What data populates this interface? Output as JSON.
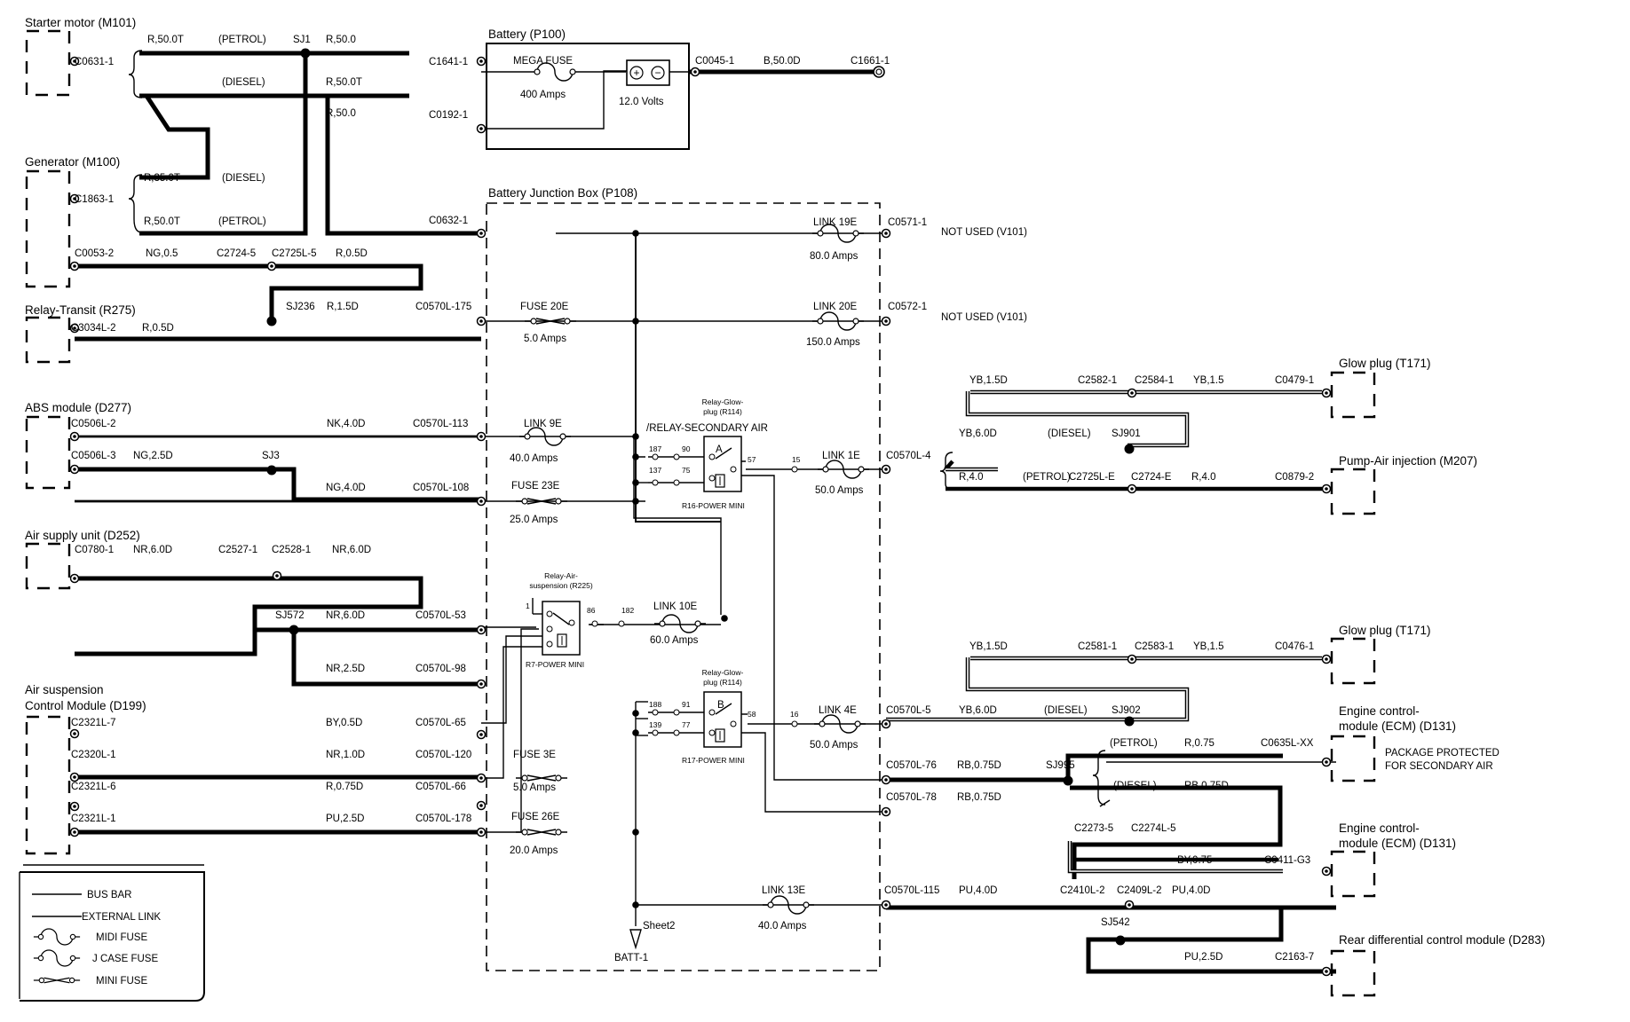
{
  "components": {
    "starter_motor": "Starter motor (M101)",
    "generator": "Generator (M100)",
    "relay_transit": "Relay-Transit (R275)",
    "abs_module": "ABS module (D277)",
    "air_supply_unit": "Air supply unit (D252)",
    "air_suspension_1": "Air suspension",
    "air_suspension_2": "Control Module (D199)",
    "battery": "Battery (P100)",
    "bjb": "Battery Junction Box (P108)",
    "glow_plug_1": "Glow plug (T171)",
    "pump_air": "Pump-Air injection (M207)",
    "glow_plug_2": "Glow plug (T171)",
    "ecm1_line1": "Engine control-",
    "ecm1_line2": "module (ECM) (D131)",
    "ecm2_line1": "Engine control-",
    "ecm2_line2": "module (ECM) (D131)",
    "rear_diff": "Rear differential control module (D283)"
  },
  "battery": {
    "mega_fuse": "MEGA FUSE",
    "mega_amps": "400 Amps",
    "volts": "12.0 Volts"
  },
  "fuses": {
    "link19e": {
      "name": "LINK 19E",
      "rating": "80.0 Amps"
    },
    "link20e": {
      "name": "LINK 20E",
      "rating": "150.0 Amps"
    },
    "fuse20e": {
      "name": "FUSE 20E",
      "rating": "5.0 Amps"
    },
    "link9e": {
      "name": "LINK 9E",
      "rating": "40.0 Amps"
    },
    "fuse23e": {
      "name": "FUSE 23E",
      "rating": "25.0 Amps"
    },
    "link1e": {
      "name": "LINK 1E",
      "rating": "50.0 Amps"
    },
    "link10e": {
      "name": "LINK 10E",
      "rating": "60.0 Amps"
    },
    "link4e": {
      "name": "LINK 4E",
      "rating": "50.0 Amps"
    },
    "fuse3e": {
      "name": "FUSE 3E",
      "rating": "5.0 Amps"
    },
    "fuse26e": {
      "name": "FUSE 26E",
      "rating": "20.0 Amps"
    },
    "link13e": {
      "name": "LINK 13E",
      "rating": "40.0 Amps"
    }
  },
  "relays": {
    "r114a_line1": "Relay-Glow-",
    "r114a_line2": "plug (R114)",
    "r114a_sub": "/RELAY-SECONDARY AIR",
    "r114a_foot": "R16-POWER MINI",
    "r225_line1": "Relay-Air-",
    "r225_line2": "suspension (R225)",
    "r225_foot": "R7-POWER MINI",
    "r114b_line1": "Relay-Glow-",
    "r114b_line2": "plug (R114)",
    "r114b_foot": "R17-POWER MINI",
    "pin_a": "A",
    "pin_b": "B",
    "p187": "187",
    "p90": "90",
    "p137": "137",
    "p75": "75",
    "p57": "57",
    "p15": "15",
    "p1": "1",
    "p86": "86",
    "p182": "182",
    "p188": "188",
    "p91": "91",
    "p139": "139",
    "p77": "77",
    "p58": "58",
    "p16": "16"
  },
  "labels": {
    "c0631": "C0631-1",
    "r50t": "R,50.0T",
    "petrol1": "(PETROL)",
    "sj1": "SJ1",
    "r50_1": "R,50.0",
    "diesel1": "(DIESEL)",
    "r50t_2": "R,50.0T",
    "r50_2": "R,50.0",
    "c1641": "C1641-1",
    "c0192": "C0192-1",
    "c0045": "C0045-1",
    "b50d": "B,50.0D",
    "c1661": "C1661-1",
    "c1863": "C1863-1",
    "r35t": "R,35.0T",
    "diesel2": "(DIESEL)",
    "r50t_3": "R,50.0T",
    "petrol2": "(PETROL)",
    "c0632": "C0632-1",
    "c0053": "C0053-2",
    "ng05": "NG,0.5",
    "c2724_5": "C2724-5",
    "c2725": "C2725L-5",
    "r05d": "R,0.5D",
    "sj236": "SJ236",
    "r15d": "R,1.5D",
    "c0570_175": "C0570L-175",
    "c3034": "C3034L-2",
    "r05d_2": "R,0.5D",
    "c0571": "C0571-1",
    "not_used_1": "NOT USED (V101)",
    "c0572": "C0572-1",
    "not_used_2": "NOT USED (V101)",
    "c0506_2": "C0506L-2",
    "nk40d": "NK,4.0D",
    "c0570_113": "C0570L-113",
    "c0506_3": "C0506L-3",
    "ng25d": "NG,2.5D",
    "sj3": "SJ3",
    "ng40d": "NG,4.0D",
    "c0570_108": "C0570L-108",
    "c0780": "C0780-1",
    "nr60d_1": "NR,6.0D",
    "c2527": "C2527-1",
    "c2528": "C2528-1",
    "nr60d_2": "NR,6.0D",
    "sj572": "SJ572",
    "nr60d_3": "NR,6.0D",
    "c0570_53": "C0570L-53",
    "nr25d": "NR,2.5D",
    "c0570_98": "C0570L-98",
    "c2321_7": "C2321L-7",
    "by05d": "BY,0.5D",
    "c0570_65": "C0570L-65",
    "c2320_1": "C2320L-1",
    "nr10d": "NR,1.0D",
    "c0570_120": "C0570L-120",
    "c2321_6": "C2321L-6",
    "r075d": "R,0.75D",
    "c0570_66": "C0570L-66",
    "c2321_1": "C2321L-1",
    "pu25d": "PU,2.5D",
    "c0570_178": "C0570L-178",
    "sheet2": "Sheet2",
    "batt1": "BATT-1",
    "yb15d_1": "YB,1.5D",
    "c2582": "C2582-1",
    "c2584": "C2584-1",
    "yb15_1": "YB,1.5",
    "c0479": "C0479-1",
    "yb60d_1": "YB,6.0D",
    "diesel3": "(DIESEL)",
    "sj901": "SJ901",
    "c0570_4": "C0570L-4",
    "r40_1": "R,4.0",
    "petrol3": "(PETROL)",
    "c2725_e": "C2725L-E",
    "c2724_e": "C2724-E",
    "r40_2": "R,4.0",
    "c0879": "C0879-2",
    "yb15d_2": "YB,1.5D",
    "c2581": "C2581-1",
    "c2583": "C2583-1",
    "yb15_2": "YB,1.5",
    "c0476": "C0476-1",
    "c0570_5": "C0570L-5",
    "yb60d_2": "YB,6.0D",
    "diesel4": "(DIESEL)",
    "sj902": "SJ902",
    "c0570_76": "C0570L-76",
    "rb075d_1": "RB,0.75D",
    "sj995": "SJ995",
    "petrol4": "(PETROL)",
    "r075": "R,0.75",
    "c0635": "C0635L-XX",
    "pkg1": "PACKAGE PROTECTED",
    "pkg2": "FOR SECONDARY AIR",
    "c0570_78": "C0570L-78",
    "rb075d_2": "RB,0.75D",
    "diesel5": "(DIESEL)",
    "rb075d_3": "RB,0.75D",
    "c2273": "C2273-5",
    "c2274": "C2274L-5",
    "by075": "BY,0.75",
    "c0411": "C0411-G3",
    "c0570_115": "C0570L-115",
    "pu40d_1": "PU,4.0D",
    "c2410": "C2410L-2",
    "c2409": "C2409L-2",
    "pu40d_2": "PU,4.0D",
    "sj542": "SJ542",
    "pu25d_2": "PU,2.5D",
    "c2163": "C2163-7"
  },
  "legend": {
    "bus_bar": "BUS BAR",
    "external_link": "EXTERNAL LINK",
    "midi_fuse": "MIDI FUSE",
    "jcase_fuse": "J CASE  FUSE",
    "mini_fuse": "MINI FUSE"
  }
}
